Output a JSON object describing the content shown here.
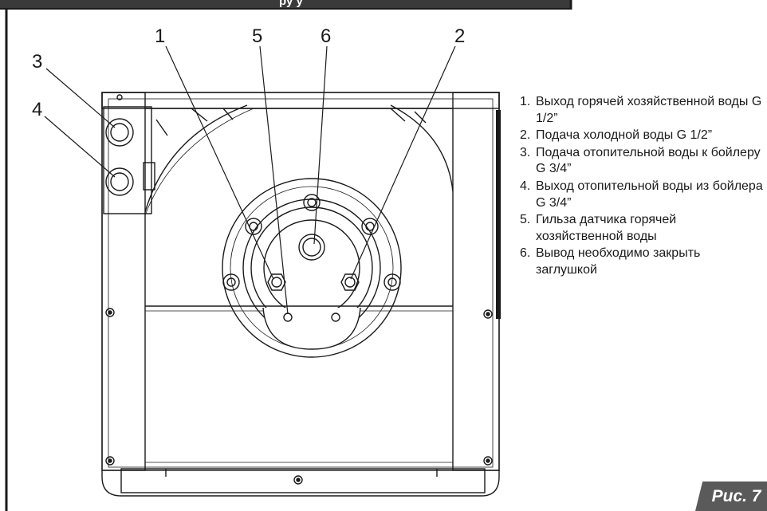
{
  "header": {
    "title": "ру у"
  },
  "callouts": {
    "c1": "1",
    "c2": "2",
    "c3": "3",
    "c4": "4",
    "c5": "5",
    "c6": "6"
  },
  "legend": [
    {
      "num": "1.",
      "text": "Выход горячей хозяйственной воды G 1/2”"
    },
    {
      "num": "2.",
      "text": "Подача холодной воды G 1/2”"
    },
    {
      "num": "3.",
      "text": "Подача отопительной воды к бойлеру G 3/4”"
    },
    {
      "num": "4.",
      "text": "Выход отопительной воды из бойлера G 3/4”"
    },
    {
      "num": "5.",
      "text": "Гильза датчика горячей хозяйственной воды"
    },
    {
      "num": "6.",
      "text": "Вывод необходимо закрыть заглушкой"
    }
  ],
  "figure": {
    "label": "Рис. 7"
  },
  "colors": {
    "line": "#1a1a1a",
    "label_bg": "#5a5a5a",
    "header_bg": "#3a3a3a"
  }
}
